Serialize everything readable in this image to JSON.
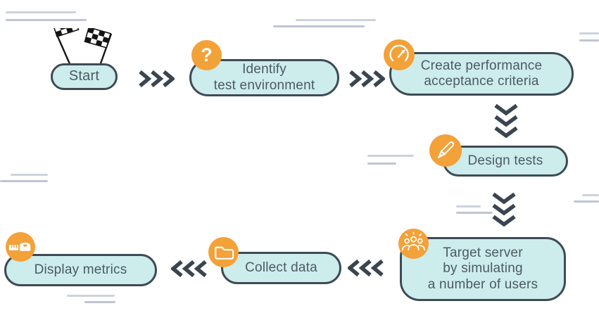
{
  "diagram": {
    "description_hint": "performance testing flowchart",
    "nodes": {
      "start": {
        "label": "Start",
        "icon": "checkered-flags"
      },
      "identify": {
        "line1": "Identify",
        "line2": "test environment",
        "icon": "question-mark"
      },
      "create": {
        "line1": "Create performance",
        "line2": "acceptance criteria",
        "icon": "speedometer-gauge"
      },
      "design": {
        "label": "Design tests",
        "icon": "pen"
      },
      "target": {
        "line1": "Target server",
        "line2": "by simulating",
        "line3": "a number of users",
        "icon": "user-crowd"
      },
      "collect": {
        "label": "Collect data",
        "icon": "folder"
      },
      "display": {
        "label": "Display metrics",
        "icon": "tape-measure"
      }
    },
    "icons": {
      "question_glyph": "?"
    }
  },
  "colors": {
    "pill_fill": "#cdecec",
    "pill_border": "#3e4b55",
    "text": "#4d5a64",
    "accent_orange": "#f3a139",
    "chevron": "#3a4550",
    "decor_light": "#ccd3dd",
    "decor_dark": "#bec5d3"
  }
}
